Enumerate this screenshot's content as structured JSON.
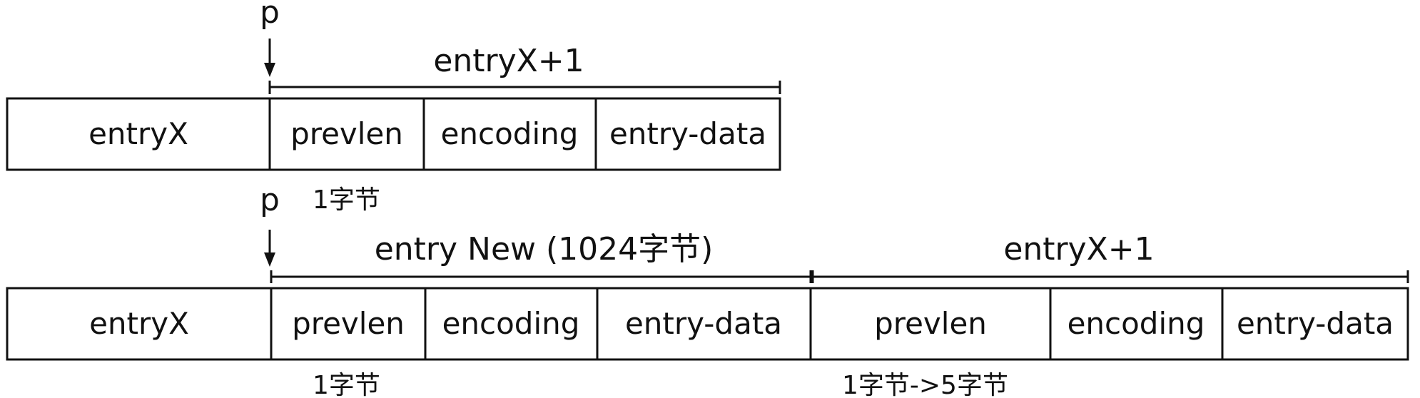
{
  "diagram_1": {
    "pointer_label": "p",
    "bracket_label": "entryX+1",
    "cells": [
      "entryX",
      "prevlen",
      "encoding",
      "entry-data"
    ],
    "note": "1字节"
  },
  "diagram_2": {
    "pointer_label": "p",
    "bracket_label_new": "entry New (1024字节)",
    "bracket_label_next": "entryX+1",
    "cells": [
      "entryX",
      "prevlen",
      "encoding",
      "entry-data",
      "prevlen",
      "encoding",
      "entry-data"
    ],
    "note_new": "1字节",
    "note_next": "1字节->5字节"
  },
  "colors": {
    "stroke": "#111111",
    "background": "#ffffff"
  }
}
